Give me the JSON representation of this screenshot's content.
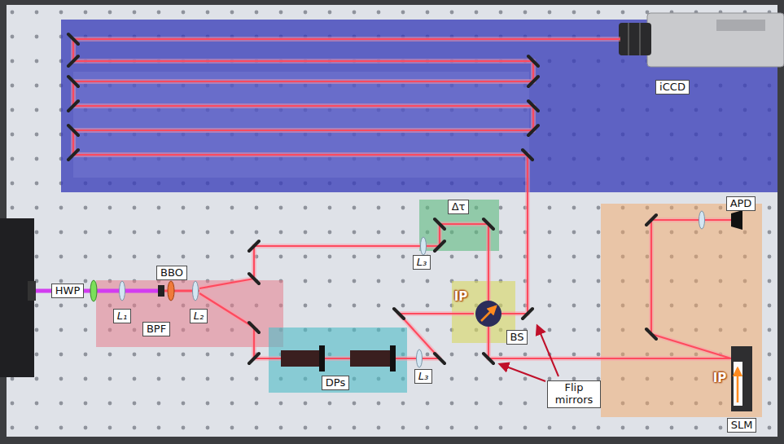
{
  "diagram": {
    "nodes": [
      {
        "text": [
          "iCCD"
        ]
      },
      {
        "text": [
          "Δτ"
        ]
      },
      {
        "text": [
          "APD"
        ]
      },
      {
        "text": [
          "L₃"
        ]
      },
      {
        "text": [
          "BBO"
        ]
      },
      {
        "text": [
          "HWP"
        ]
      },
      {
        "text": [
          "L₂"
        ]
      },
      {
        "text": [
          "L₁"
        ]
      },
      {
        "text": [
          "BPF"
        ]
      },
      {
        "text": [
          "BS"
        ]
      },
      {
        "text": [
          "DPs"
        ]
      },
      {
        "text": [
          "L₃"
        ]
      },
      {
        "text": [
          "Flip mirrors"
        ]
      },
      {
        "text": [
          "SLM"
        ]
      }
    ],
    "labels": [
      "IP",
      "IP"
    ]
  }
}
